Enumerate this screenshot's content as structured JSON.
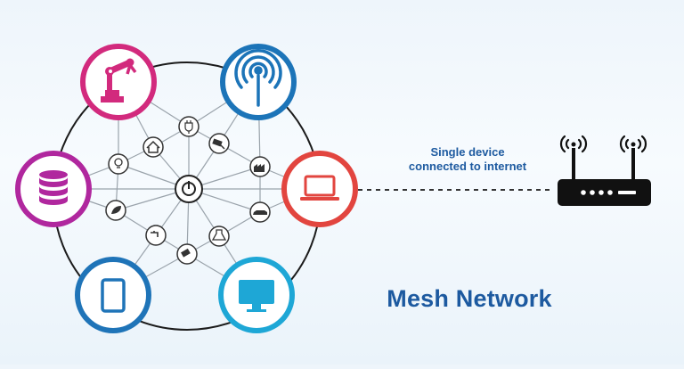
{
  "diagram": {
    "caption_line1": "Single device",
    "caption_line2": "connected to internet",
    "title": "Mesh Network"
  },
  "colors": {
    "robot": "#d22a7d",
    "antenna": "#1c74b8",
    "database": "#b0279e",
    "laptop": "#e2453f",
    "tablet": "#1f74b8",
    "monitor": "#1ea7d6",
    "text": "#1d5aa0",
    "mesh_line": "#9aa3ab"
  },
  "icons": {
    "outer": [
      "robot-arm-icon",
      "antenna-icon",
      "database-icon",
      "laptop-icon",
      "tablet-icon",
      "monitor-icon"
    ],
    "inner": [
      "lightbulb-icon",
      "home-icon",
      "plug-icon",
      "camera-icon",
      "factory-icon",
      "car-icon",
      "flask-icon",
      "faucet-icon",
      "drill-icon",
      "bulb-icon",
      "leaf-icon",
      "gear-icon"
    ],
    "router": "wifi-router-icon"
  }
}
